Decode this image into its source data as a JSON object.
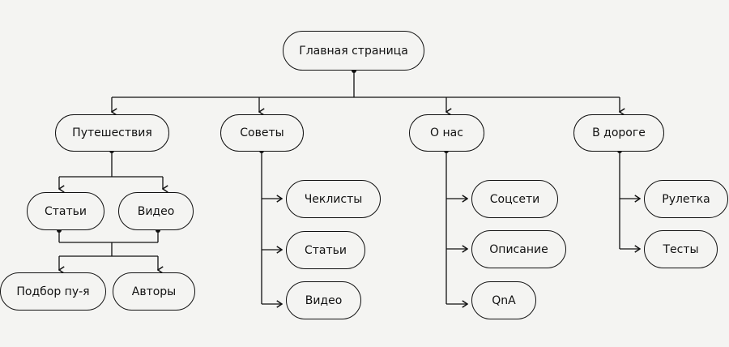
{
  "diagram": {
    "root": "Главная страница",
    "sections": {
      "travel": "Путешествия",
      "advice": "Советы",
      "about": "О нас",
      "on_road": "В дороге"
    },
    "travel_children": {
      "articles": "Статьи",
      "video": "Видео"
    },
    "travel_grandchildren": {
      "selection": "Подбор пу-я",
      "authors": "Авторы"
    },
    "advice_items": [
      "Чеклисты",
      "Статьи",
      "Видео"
    ],
    "about_items": [
      "Соцсети",
      "Описание",
      "QnA"
    ],
    "on_road_items": [
      "Рулетка",
      "Тесты"
    ],
    "colors": {
      "background": "#f4f4f2",
      "stroke": "#111111"
    }
  }
}
